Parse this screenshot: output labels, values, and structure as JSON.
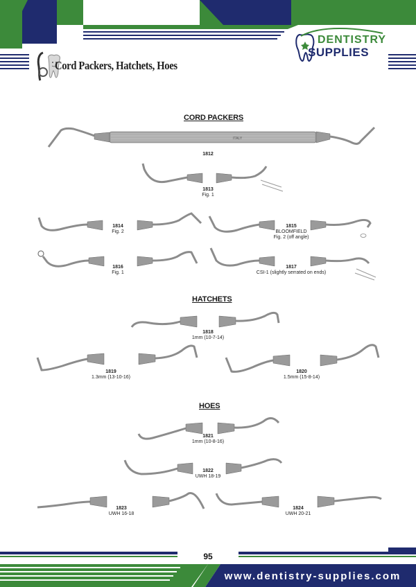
{
  "header": {
    "page_title": "Cord Packers, Hatchets, Hoes",
    "logo_word_1": "DENTISTRY",
    "logo_word_2": "SUPPLIES"
  },
  "sections": {
    "cord_packers": "CORD PACKERS",
    "hatchets": "HATCHETS",
    "hoes": "HOES"
  },
  "products": {
    "p1812": {
      "code": "1812",
      "desc": ""
    },
    "p1813": {
      "code": "1813",
      "desc": "Fig. 1"
    },
    "p1814": {
      "code": "1814",
      "desc": "Fig. 2"
    },
    "p1815": {
      "code": "1815",
      "desc": "BLOOMFIELD",
      "desc2": "Fig. 2 (off angle)"
    },
    "p1816": {
      "code": "1816",
      "desc": "Fig. 1"
    },
    "p1817": {
      "code": "1817",
      "desc": "CSI-1 (slightly serrated on ends)"
    },
    "p1818": {
      "code": "1818",
      "desc": "1mm (10-7-14)"
    },
    "p1819": {
      "code": "1819",
      "desc": "1.3mm (13-10-16)"
    },
    "p1820": {
      "code": "1820",
      "desc": "1.5mm (15-8-14)"
    },
    "p1821": {
      "code": "1821",
      "desc": "1mm (10-8-16)"
    },
    "p1822": {
      "code": "1822",
      "desc": "UWH 18-19"
    },
    "p1823": {
      "code": "1823",
      "desc": "UWH 16-18"
    },
    "p1824": {
      "code": "1824",
      "desc": "UWH 20-21"
    }
  },
  "handle_engraving": "ITALY",
  "footer": {
    "page_number": "95",
    "website": "www.dentistry-supplies.com"
  },
  "colors": {
    "green": "#3c8a3a",
    "navy": "#1f2b6e",
    "steel": "#8c8c8c"
  }
}
